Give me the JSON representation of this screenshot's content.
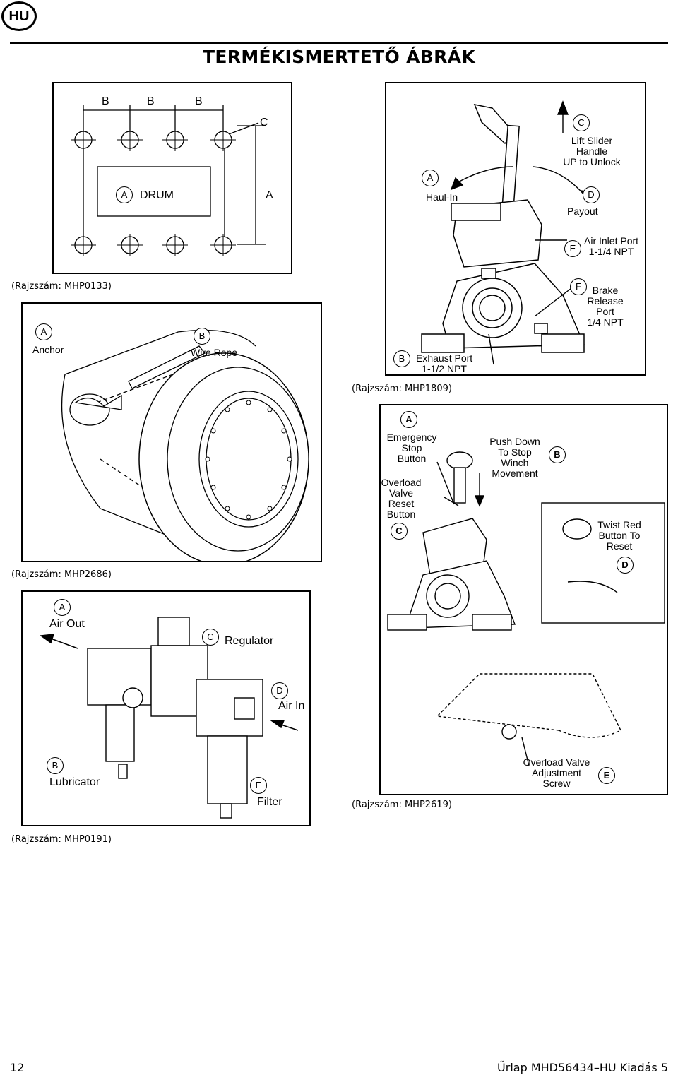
{
  "header": {
    "badge": "HU",
    "title": "TERMÉKISMERTETŐ ÁBRÁK"
  },
  "fig1": {
    "caption": "(Rajzszám: MHP0133)",
    "top_labels": [
      "B",
      "B",
      "B"
    ],
    "c_label": "C",
    "drum_letter": "A",
    "drum_text": "DRUM",
    "a_label": "A"
  },
  "fig2": {
    "caption": "(Rajzszám: MHP1809)",
    "c_letter": "C",
    "c_text": "Lift Slider\nHandle\nUP to Unlock",
    "a_letter": "A",
    "a_text": "Haul-In",
    "d_letter": "D",
    "d_text": "Payout",
    "e_letter": "E",
    "e_text": "Air Inlet Port\n1-1/4 NPT",
    "f_letter": "F",
    "f_text": "Brake\nRelease\nPort\n1/4 NPT",
    "b_letter": "B",
    "b_text": "Exhaust Port\n1-1/2 NPT"
  },
  "fig3": {
    "caption": "(Rajzszám: MHP2686)",
    "a_letter": "A",
    "a_text": "Anchor",
    "b_letter": "B",
    "b_text": "Wire Rope"
  },
  "fig4": {
    "caption": "(Rajzszám: MHP2619)",
    "a_letter": "A",
    "a_text": "Emergency\nStop\nButton",
    "push_text": "Push Down\nTo Stop\nWinch\nMovement",
    "b_letter": "B",
    "overload_text": "Overload\nValve\nReset\nButton",
    "c_letter": "C",
    "twist_text": "Twist Red\nButton To\nReset",
    "d_letter": "D",
    "adj_text": "Overload Valve\nAdjustment\nScrew",
    "e_letter": "E"
  },
  "fig5": {
    "caption": "(Rajzszám: MHP0191)",
    "a_letter": "A",
    "a_text": "Air Out",
    "c_letter": "C",
    "c_text": "Regulator",
    "d_letter": "D",
    "d_text": "Air In",
    "b_letter": "B",
    "b_text": "Lubricator",
    "e_letter": "E",
    "e_text": "Filter"
  },
  "footer": {
    "page_number": "12",
    "form_id": "Űrlap MHD56434–HU  Kiadás 5"
  }
}
